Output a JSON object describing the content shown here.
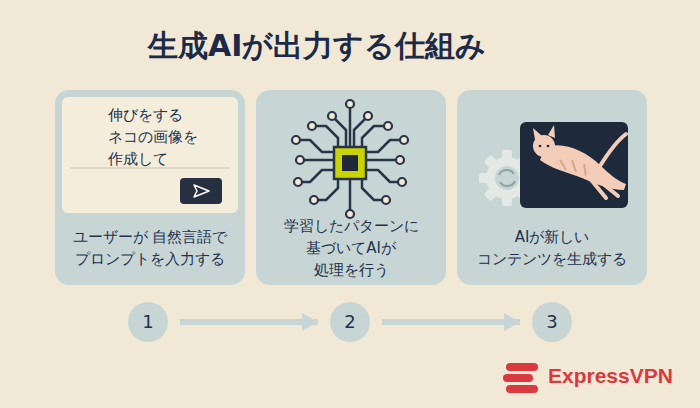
{
  "diagram": {
    "title": "生成AIが出力する仕組み",
    "nodes": [
      {
        "text": [
          "ユーザーが 自然言語で プロンプトを入力する"
        ]
      },
      {
        "text": [
          "伸びをする ネコの画像を 作成して"
        ],
        "in": 0
      },
      {
        "text": [
          "学習したパターンに 基づいてAIが 処理を行う"
        ]
      },
      {
        "text": [
          "AIが新しい コンテンツを生成する"
        ]
      },
      {
        "text": [
          "1"
        ]
      },
      {
        "text": [
          "2"
        ]
      },
      {
        "text": [
          "3"
        ]
      }
    ],
    "edges": [
      {
        "from": 4,
        "to": 5,
        "arrow": "to"
      },
      {
        "from": 5,
        "to": 6,
        "arrow": "to"
      }
    ],
    "labels": [
      "ExpressVPN"
    ]
  }
}
